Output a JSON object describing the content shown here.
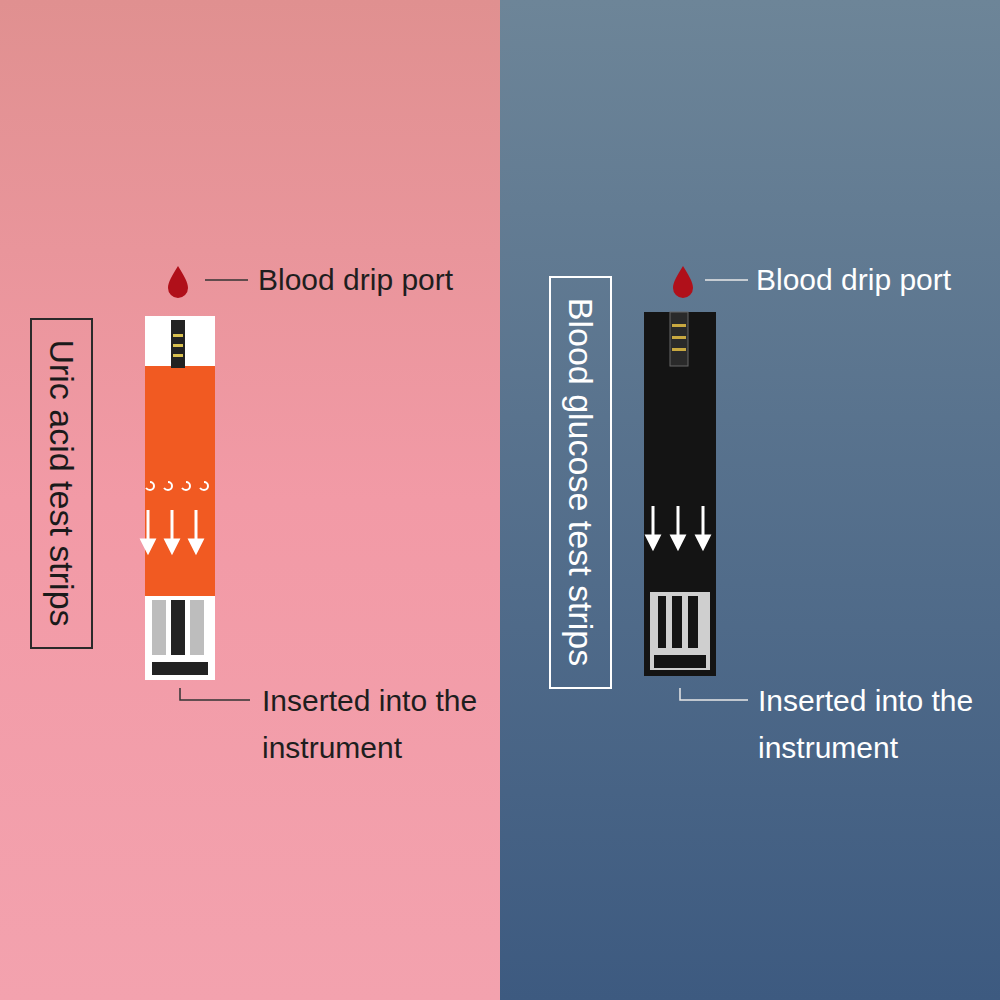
{
  "diagram": {
    "nodes": [
      {
        "text": [
          "Uric acid test strips"
        ]
      },
      {
        "text": [
          "Blood glucose test strips"
        ]
      }
    ],
    "labels": [
      "Blood drip port",
      "Inserted into the instrument",
      "Blood drip port",
      "Inserted into the instrument"
    ]
  }
}
